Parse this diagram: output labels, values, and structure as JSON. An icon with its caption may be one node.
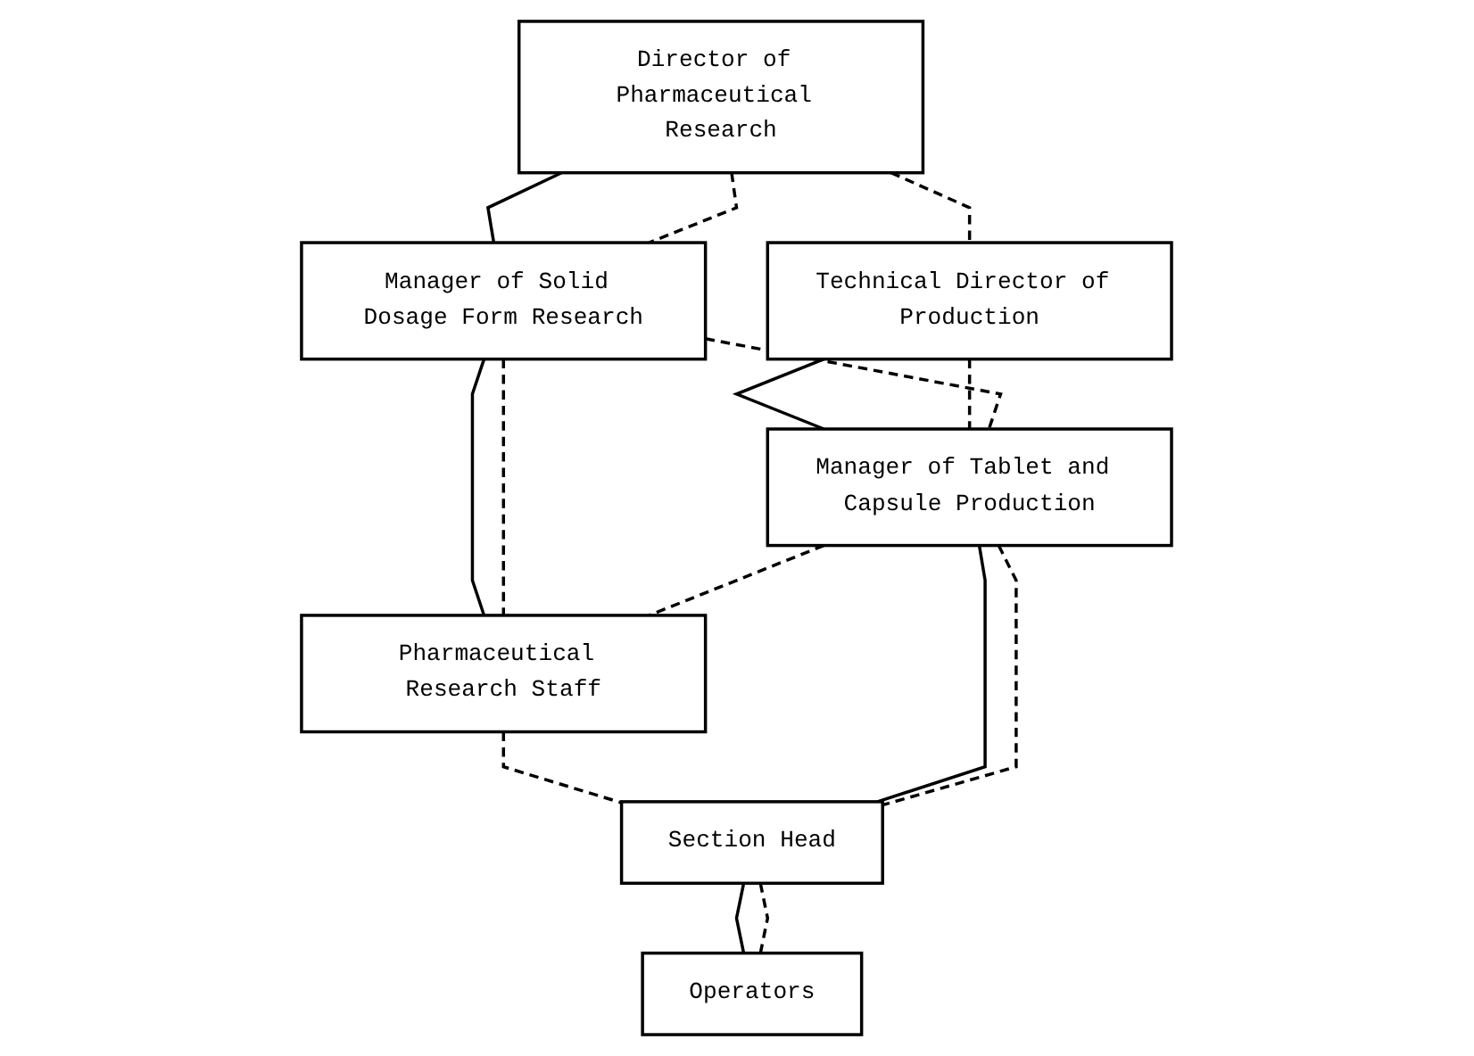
{
  "diagram": {
    "nodes": [
      {
        "text": [
          "Director of Pharmaceutical Research"
        ]
      },
      {
        "text": [
          "Technical Director of Production"
        ]
      },
      {
        "text": [
          "Manager of Solid Dosage Form Research"
        ]
      },
      {
        "text": [
          "Manager of Tablet and Capsule Production"
        ]
      },
      {
        "text": [
          "Pharmaceutical Research Staff"
        ]
      },
      {
        "text": [
          "Section Head"
        ]
      },
      {
        "text": [
          "Operators"
        ]
      }
    ],
    "edges": [
      {
        "from": 0,
        "to": 1,
        "arrow": "none",
        "style": "dashed"
      },
      {
        "from": 0,
        "to": 2,
        "arrow": "none"
      },
      {
        "from": 0,
        "to": 2,
        "arrow": "none",
        "style": "dashed"
      },
      {
        "from": 1,
        "to": 3,
        "arrow": "none"
      },
      {
        "from": 1,
        "to": 3,
        "arrow": "none",
        "style": "dashed"
      },
      {
        "from": 2,
        "to": 3,
        "arrow": "none",
        "style": "dashed"
      },
      {
        "from": 2,
        "to": 4,
        "arrow": "none"
      },
      {
        "from": 2,
        "to": 4,
        "arrow": "none",
        "style": "dashed"
      },
      {
        "from": 3,
        "to": 4,
        "arrow": "none",
        "style": "dashed"
      },
      {
        "from": 4,
        "to": 5,
        "arrow": "none",
        "style": "dashed"
      },
      {
        "from": 3,
        "to": 5,
        "arrow": "none"
      },
      {
        "from": 3,
        "to": 5,
        "arrow": "none",
        "style": "dashed"
      },
      {
        "from": 5,
        "to": 6,
        "arrow": "none"
      },
      {
        "from": 5,
        "to": 6,
        "arrow": "none",
        "style": "dashed"
      }
    ]
  }
}
